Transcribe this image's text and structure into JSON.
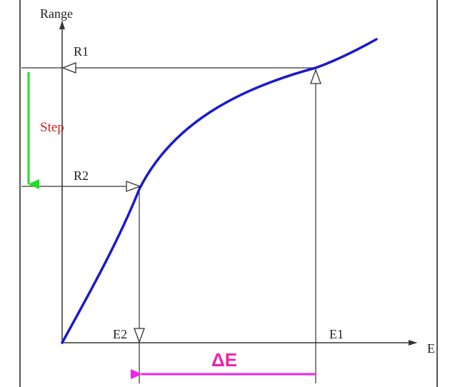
{
  "labels": {
    "y_axis": "Range",
    "x_axis": "E",
    "r1": "R1",
    "r2": "R2",
    "e1": "E1",
    "e2": "E2",
    "step": "Step",
    "delta_e": "ΔE"
  },
  "colors": {
    "curve": "#1a1acc",
    "axes": "#333333",
    "step_arrow": "#22dd22",
    "step_text": "#cc2222",
    "delta_arrow": "#ee22ee",
    "delta_text": "#ee22aa",
    "border": "#555555"
  }
}
